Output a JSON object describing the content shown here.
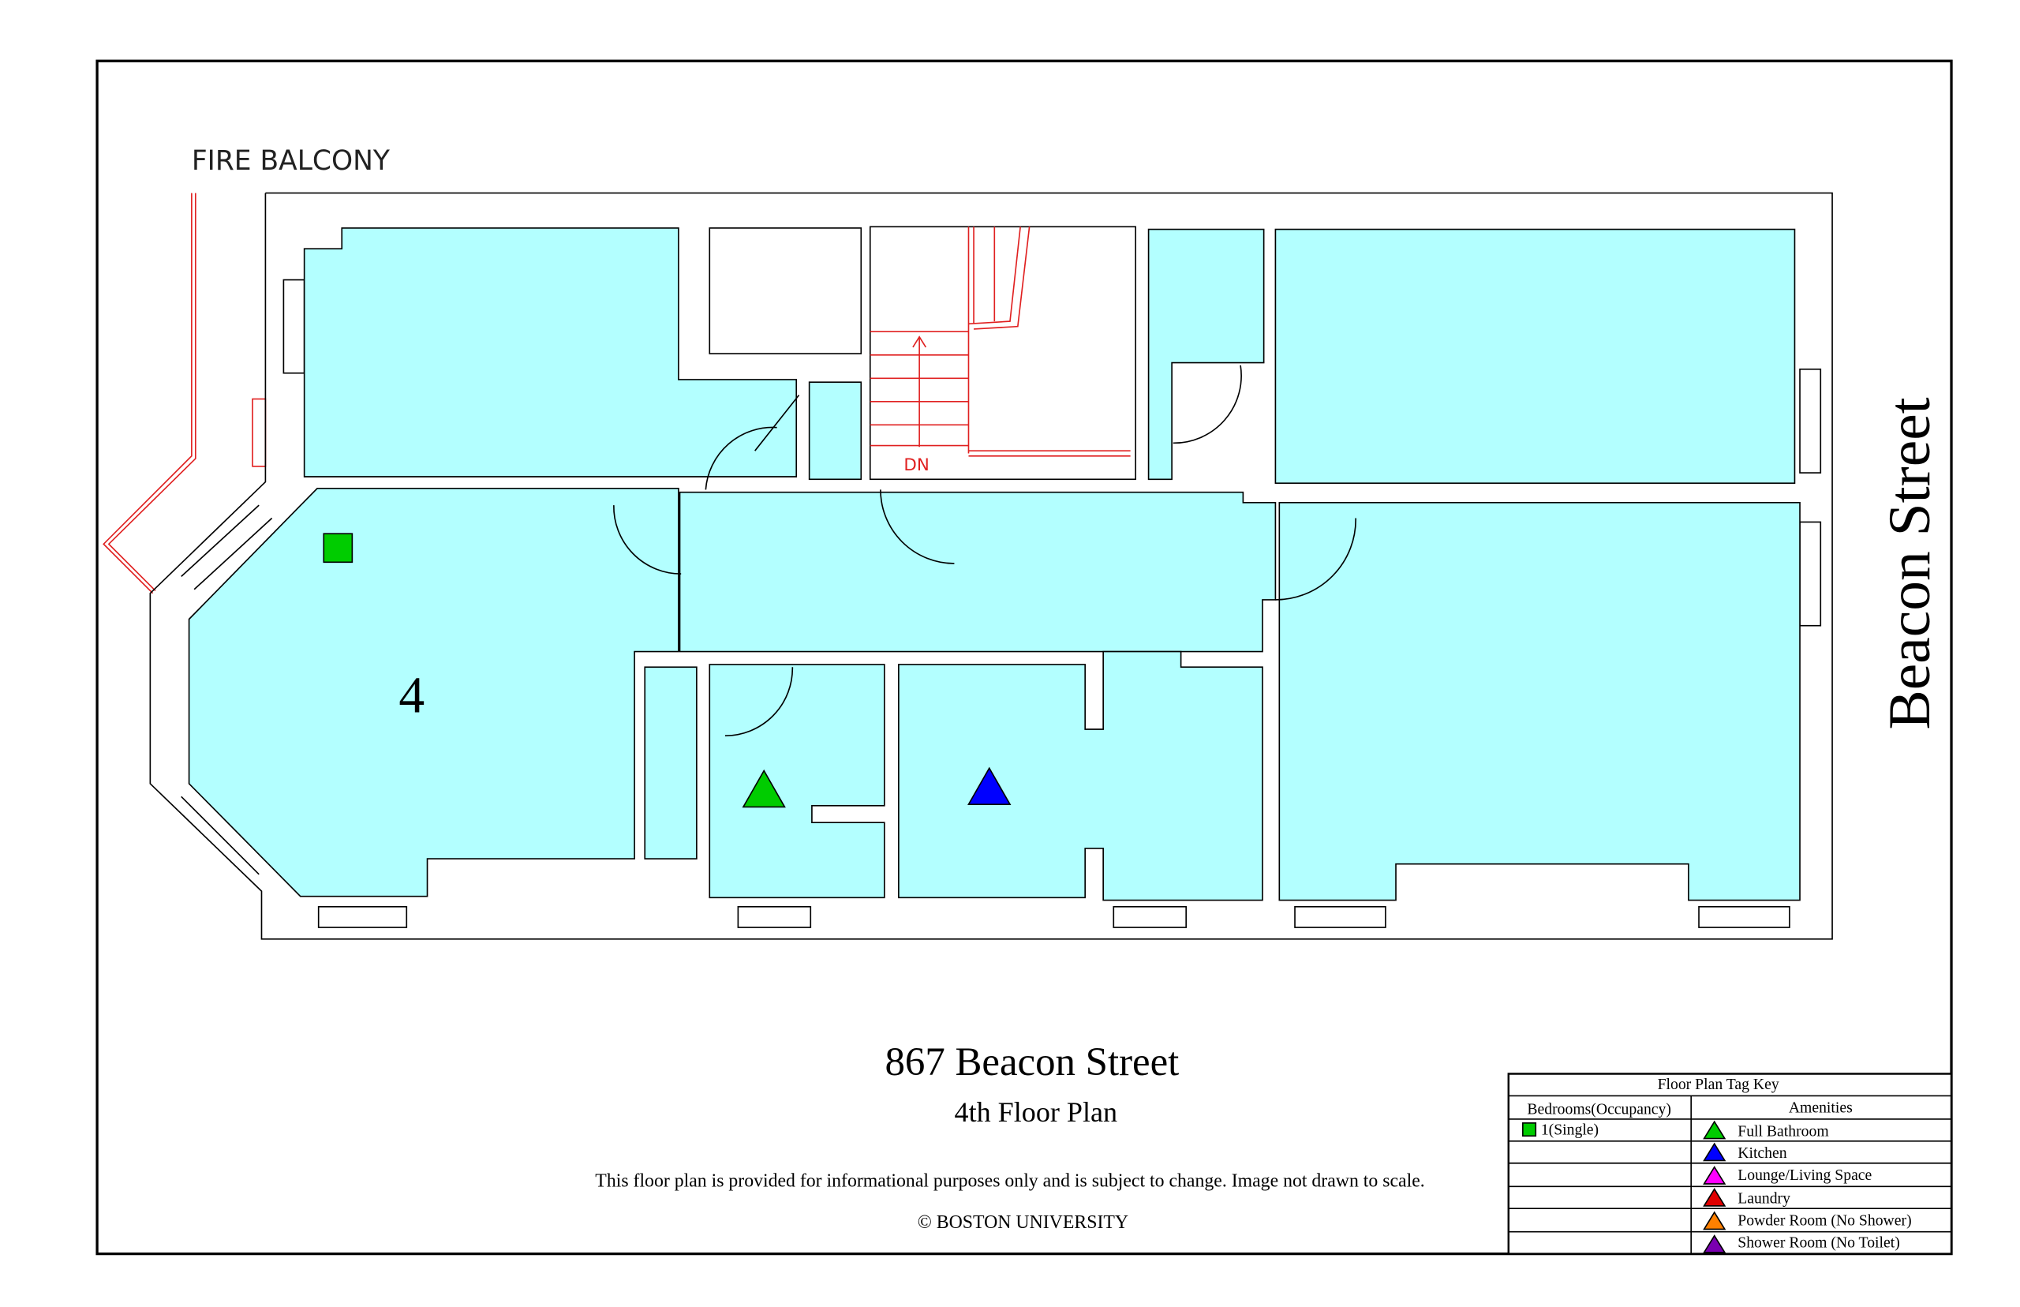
{
  "plan": {
    "fire_balcony_label": "FIRE  BALCONY",
    "street_label": "Beacon Street",
    "stair_label": "DN",
    "room_number": "4",
    "room_color": "#b3ffff"
  },
  "title": {
    "address": "867 Beacon Street",
    "floor": "4th Floor Plan",
    "disclaimer": "This floor plan is provided for informational purposes only and is subject to change. Image not drawn to scale.",
    "copyright": "© BOSTON UNIVERSITY"
  },
  "legend": {
    "title": "Floor Plan Tag Key",
    "bedrooms_header": "Bedrooms(Occupancy)",
    "amenities_header": "Amenities",
    "bedrooms": [
      {
        "label": "1(Single)",
        "color": "#00cc00"
      }
    ],
    "amenities": [
      {
        "label": "Full Bathroom",
        "color": "#00cc00"
      },
      {
        "label": "Kitchen",
        "color": "#0000ff"
      },
      {
        "label": "Lounge/Living Space",
        "color": "#ff00ff"
      },
      {
        "label": "Laundry",
        "color": "#e00000"
      },
      {
        "label": "Powder Room (No Shower)",
        "color": "#ff8000"
      },
      {
        "label": "Shower Room (No Toilet)",
        "color": "#7a00b0"
      }
    ]
  }
}
